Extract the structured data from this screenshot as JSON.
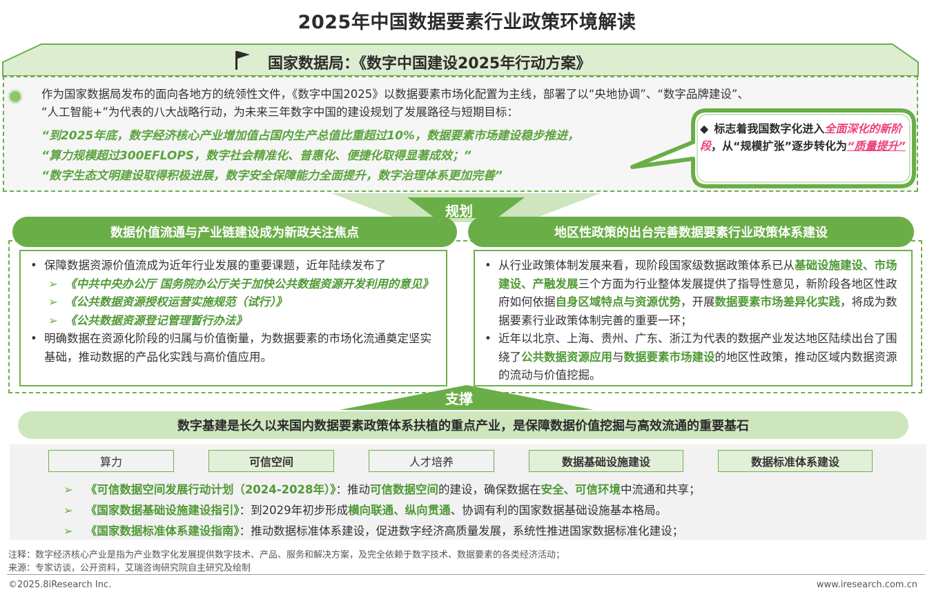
{
  "page_title": "2025年中国数据要素行业政策环境解读",
  "colors": {
    "accent": "#6aae48",
    "accent_light": "#cde6bd",
    "highlight": "#ee3f7a"
  },
  "top": {
    "icon": "flag-icon",
    "banner_title": "国家数据局：《数字中国建设2025年行动方案》",
    "intro_1": "作为国家数据局发布的面向各地方的统领性文件，《数字中国2025》以数据要素市场化配置为主线，部署了以“央地协调”、“数字品牌建设”、",
    "intro_2": "“人工智能+”为代表的八大战略行动，为未来三年数字中国的建设规划了发展路径与短期目标：",
    "quotes": [
      "“到2025年底，数字经济核心产业增加值占国内生产总值比重超过10%，数据要素市场建设稳步推进，",
      "“算力规模超过300EFLOPS，数字社会精准化、普惠化、便捷化取得显著成效；”",
      "“数字生态文明建设取得积极进展，数字安全保障能力全面提升，数字治理体系更加完善”"
    ],
    "callout": {
      "bullet": "◆",
      "t1": "标志着我国数字化进入",
      "h1": "全面深化的新阶段",
      "t2": "，从“规模扩张”逐步转化为",
      "h2": "“质量提升”"
    }
  },
  "plan_label": "规划",
  "left": {
    "header": "数据价值流通与产业链建设成为新政关注焦点",
    "b1": "保障数据资源价值流成为近年行业发展的重要课题，近年陆续发布了",
    "docs": [
      "《中共中央办公厅 国务院办公厅关于加快公共数据资源开发利用的意见》",
      "《公共数据资源授权运营实施规范（试行）》",
      "《公共数据资源登记管理暂行办法》"
    ],
    "arrow": "➢",
    "b2": "明确数据在资源化阶段的归属与价值衡量，为数据要素的市场化流通奠定坚实基础，推动数据的产品化实践与高价值应用。"
  },
  "right": {
    "header": "地区性政策的出台完善数据要素行业政策体系建设",
    "p1": [
      {
        "t": "从行业政策体制发展来看，现阶段国家级数据政策体系已从"
      },
      {
        "t": "基础设施建设、市场建设、产融发展",
        "hl": true
      },
      {
        "t": "三个方面为行业整体发展提供了指导性意见，新阶段各地区性政府如何依据"
      },
      {
        "t": "自身区域特点与资源优势",
        "hl": true
      },
      {
        "t": "，开展"
      },
      {
        "t": "数据要素市场差异化实践",
        "hl": true
      },
      {
        "t": "，将成为数据要素行业政策体制完善的重要一环；"
      }
    ],
    "p2": [
      {
        "t": "近年以北京、上海、贵州、广东、浙江为代表的数据产业发达地区陆续出台了围绕了"
      },
      {
        "t": "公共数据资源应用",
        "hl": true
      },
      {
        "t": "与"
      },
      {
        "t": "数据要素市场建设",
        "hl": true
      },
      {
        "t": "的地区性政策，推动区域内数据资源的流动与价值挖掘。"
      }
    ]
  },
  "support_label": "支撑",
  "base_banner": "数字基建是长久以来国内数据要素政策体系扶植的重点产业，是保障数据价值挖掘与高效流通的重要基石",
  "tags": [
    "算力",
    "可信空间",
    "人才培养",
    "数据基础设施建设",
    "数据标准体系建设"
  ],
  "policies": [
    [
      {
        "t": "《可信数据空间发展行动计划（2024-2028年）》",
        "hl": true
      },
      {
        "t": "：推动"
      },
      {
        "t": "可信数据空间",
        "hl": true
      },
      {
        "t": "的建设，确保数据在"
      },
      {
        "t": "安全、可信环境",
        "hl": true
      },
      {
        "t": "中流通和共享；"
      }
    ],
    [
      {
        "t": "《国家数据基础设施建设指引》",
        "hl": true
      },
      {
        "t": "：到2029年初步形成"
      },
      {
        "t": "横向联通、纵向贯通",
        "hl": true
      },
      {
        "t": "、协调有利的国家数据基础设施基本格局。"
      }
    ],
    [
      {
        "t": "《国家数据标准体系建设指南》",
        "hl": true
      },
      {
        "t": "：推动数据标准体系建设，促进数字经济高质量发展，系统性推进国家数据标准化建设；"
      }
    ]
  ],
  "notes": {
    "note": "注释：数字经济核心产业是指为产业数字化发展提供数字技术、产品、服务和解决方案，及完全依赖于数字技术、数据要素的各类经济活动；",
    "source": "来源：专家访谈，公开资料，艾瑞咨询研究院自主研究及绘制"
  },
  "footer": {
    "copyright": "©2025.8iResearch Inc.",
    "site": "www.iresearch.com.cn"
  }
}
